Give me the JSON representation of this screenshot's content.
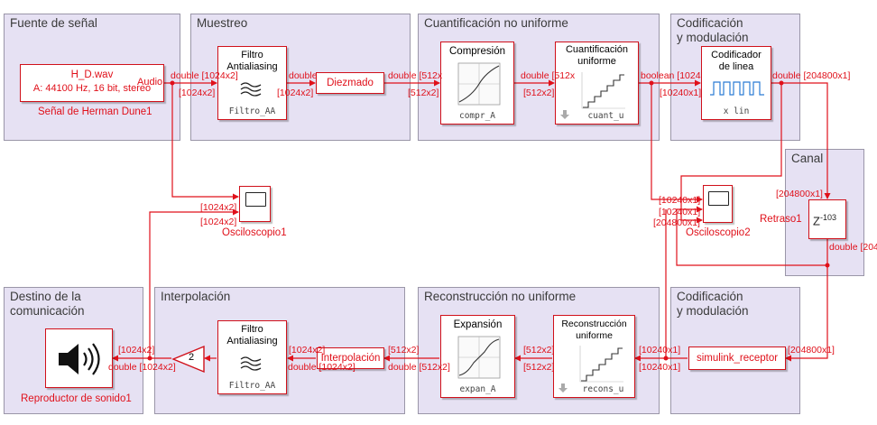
{
  "areas": {
    "fuente": "Fuente de señal",
    "muestreo": "Muestreo",
    "cuantificacion": "Cuantificación no uniforme",
    "codificacion_tx": "Codificación\ny modulación",
    "canal": "Canal",
    "destino": "Destino de la\ncomunicación",
    "interpolacion": "Interpolación",
    "reconstruccion": "Reconstrucción no uniforme",
    "codificacion_rx": "Codificación\ny modulación"
  },
  "blocks": {
    "source": {
      "line1": "H_D.wav",
      "line2": "A: 44100 Hz, 16 bit, stereo",
      "port": "Audio",
      "name": "Señal de Herman Dune1"
    },
    "filtro_aa": {
      "title": "Filtro\nAntialiasing",
      "sub": "Filtro_AA"
    },
    "diezmado": {
      "label": "Diezmado"
    },
    "compresion": {
      "title": "Compresión",
      "sub": "compr_A"
    },
    "cuant_u": {
      "title": "Cuantificación\nuniforme",
      "sub": "cuant_u"
    },
    "codificador": {
      "title": "Codificador\nde linea",
      "sub": "x lin"
    },
    "osc1": {
      "name": "Osciloscopio1"
    },
    "osc2": {
      "name": "Osciloscopio2"
    },
    "retraso": {
      "name": "Retraso1",
      "symbol": "Z",
      "exp": "-103"
    },
    "speaker": {
      "name": "Reproductor de sonido1"
    },
    "gain": {
      "value": "2"
    },
    "filtro_aa2": {
      "title": "Filtro\nAntialiasing",
      "sub": "Filtro_AA"
    },
    "interp": {
      "label": "Interpolación"
    },
    "expansion": {
      "title": "Expansión",
      "sub": "expan_A"
    },
    "recons": {
      "title": "Reconstrucción\nuniforme",
      "sub": "recons_u"
    },
    "receptor": {
      "label": "simulink_receptor"
    }
  },
  "signals": {
    "s1": "double [1024x2]",
    "s2": "[1024x2]",
    "s3": "double",
    "s4": "[1024x2]",
    "s5": "double [512x",
    "s6": "[512x2]",
    "s7": "double [512x",
    "s8": "[512x2]",
    "s9": "boolean [1024",
    "s10": "[10240x1]",
    "s11": "double [204800x1]",
    "s12": "[204800x1]",
    "s13": "double [204",
    "s14": "[1024x2]",
    "s15": "[1024x2]",
    "s16": "[10240x1]",
    "s17": "[10240x1]",
    "s18": "[204800x1]",
    "s19": "[204800x1]",
    "s20": "[10240x1]",
    "s21": "[10240x1]",
    "s22": "[512x2]",
    "s23": "[512x2]",
    "s24": "[512x2]",
    "s25": "double [512x2]",
    "s26": "[1024x2]",
    "s27": "double [1024x2]",
    "s28": "[1024x2]",
    "s29": "double [1024x2]"
  },
  "colors": {
    "wire": "#e0101a",
    "block_border": "#d0101a",
    "area_bg": "#e6e1f3"
  }
}
